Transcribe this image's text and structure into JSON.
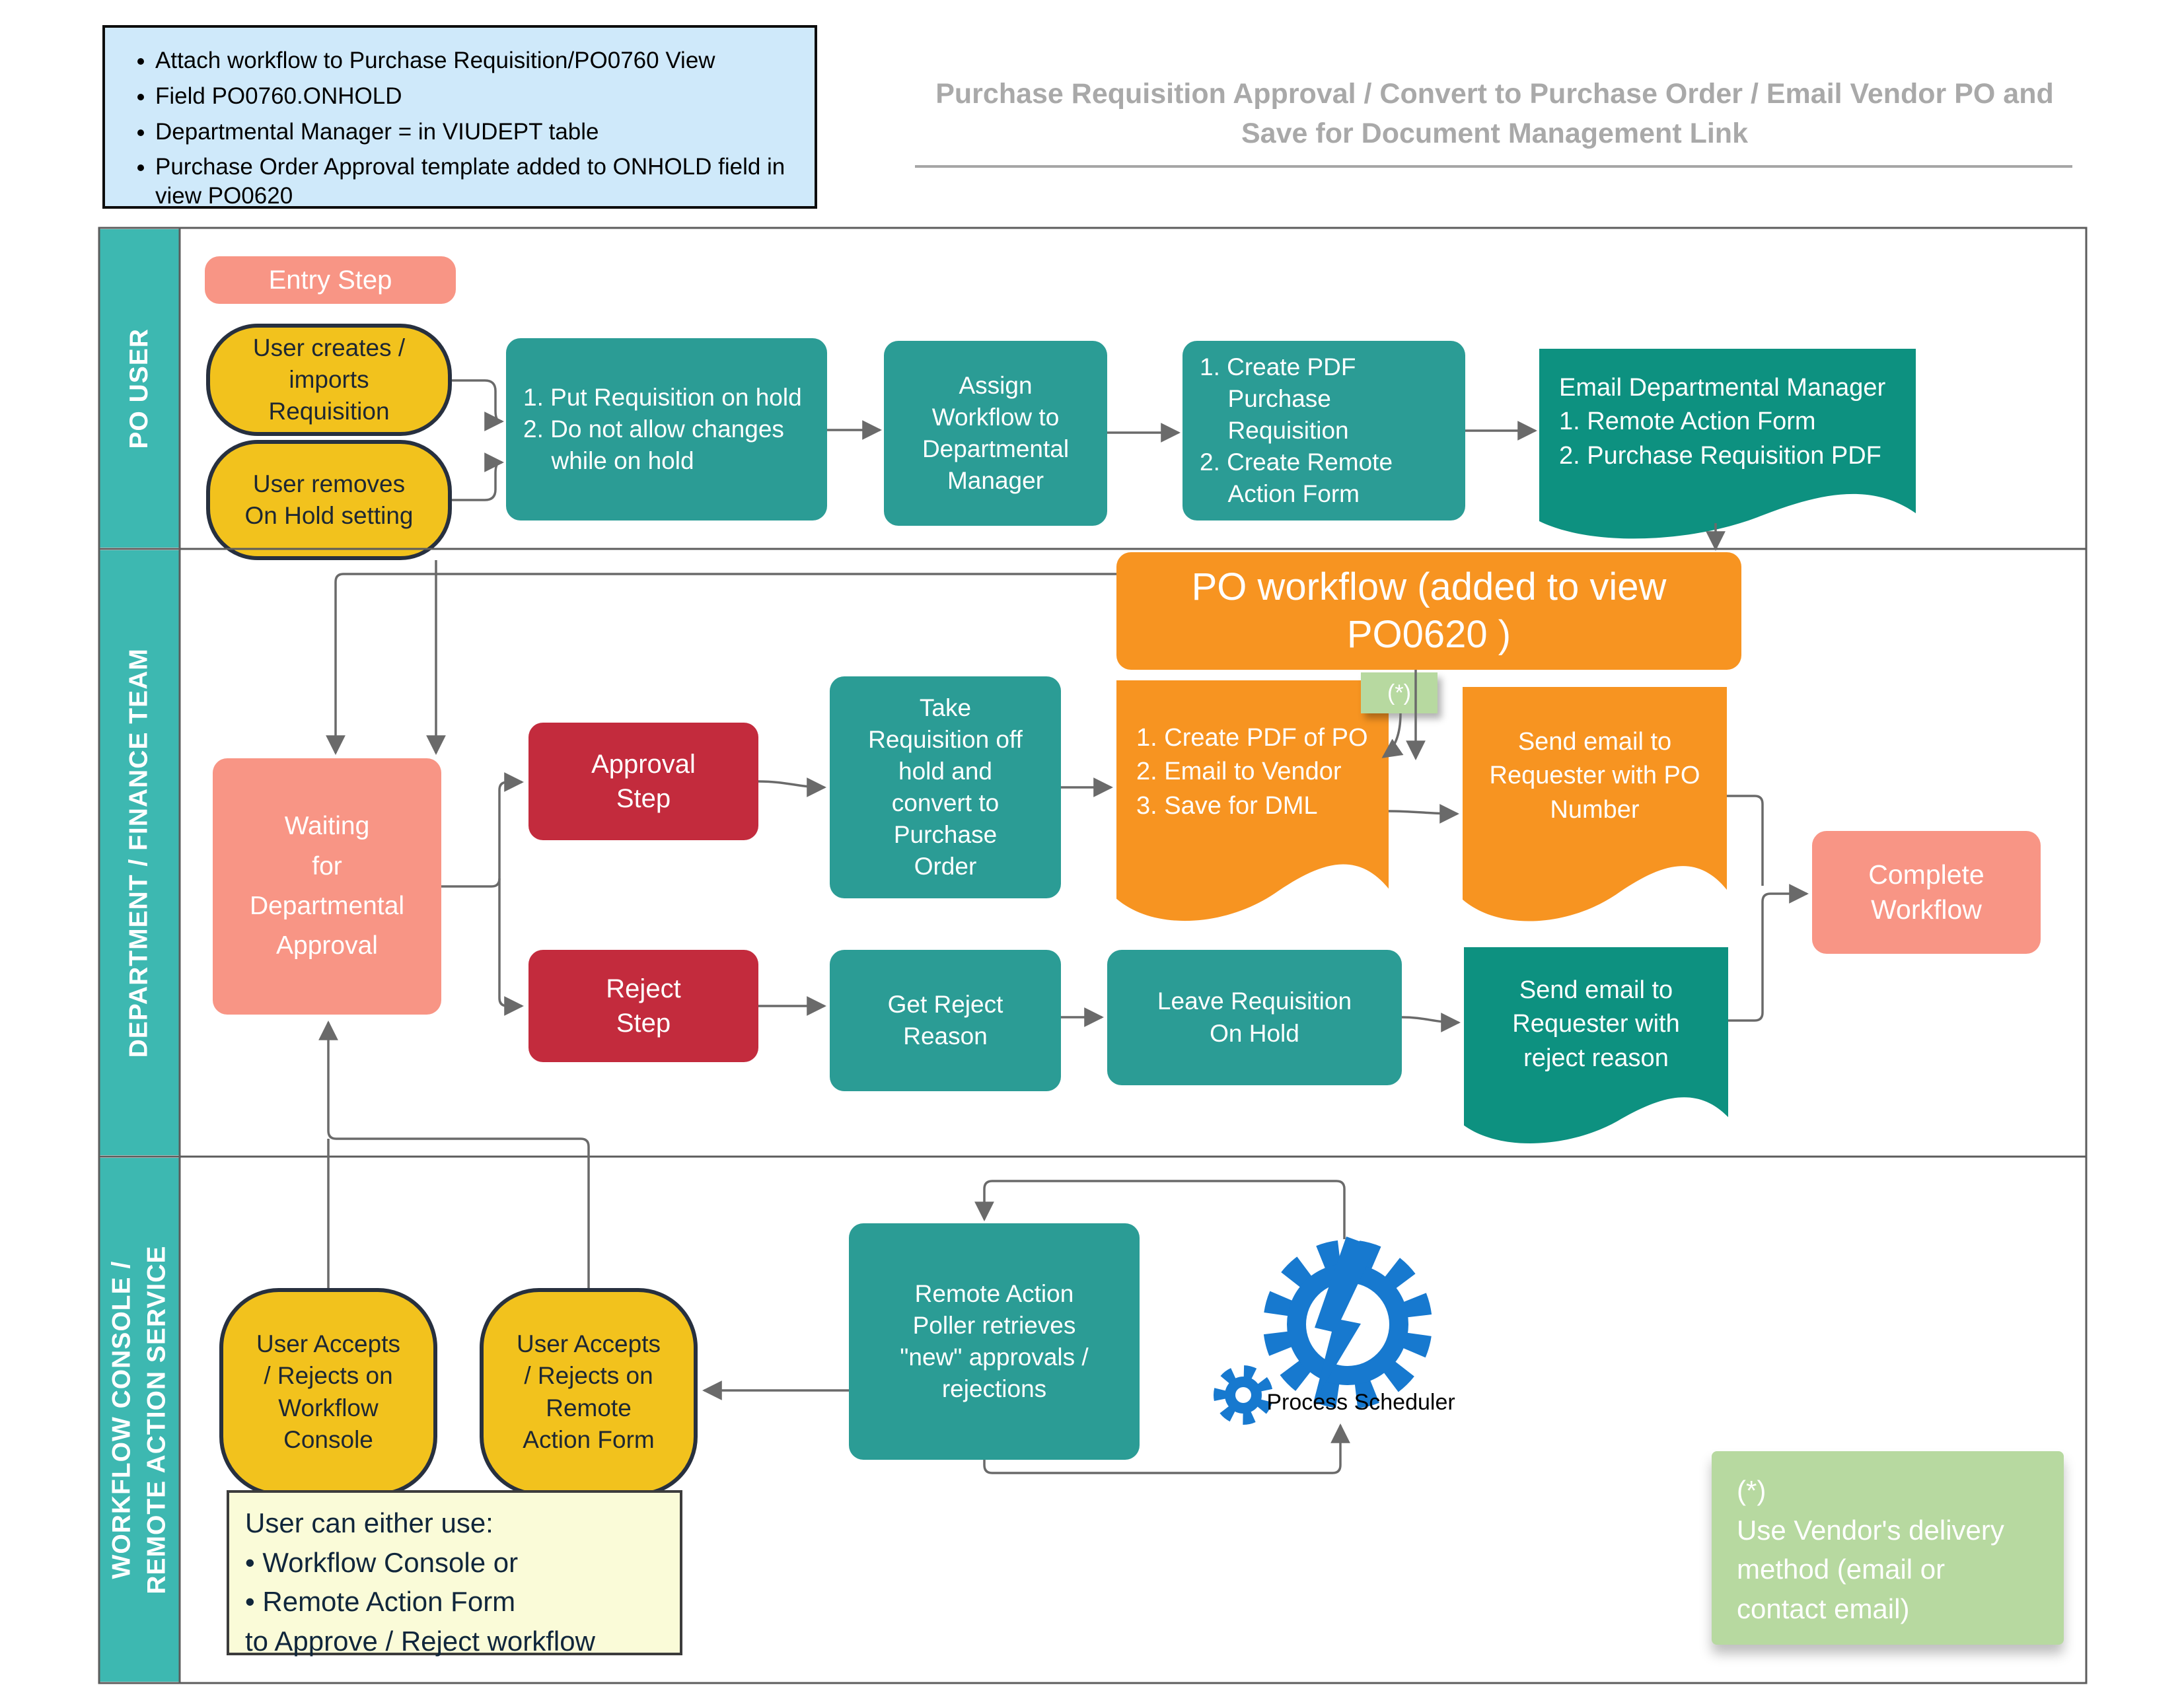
{
  "header": {
    "note_bullets": [
      "Attach workflow to Purchase Requisition/PO0760 View",
      "Field PO0760.ONHOLD",
      "Departmental Manager = in VIUDEPT table",
      "Purchase Order Approval template added to ONHOLD field in view PO0620"
    ],
    "title_line1": "Purchase Requisition Approval / Convert to Purchase Order / Email Vendor PO and",
    "title_line2": "Save for Document Management Link"
  },
  "lanes": [
    {
      "label": "PO USER"
    },
    {
      "label": "DEPARTMENT / FINANCE TEAM"
    },
    {
      "label_line1": "WORKFLOW CONSOLE /",
      "label_line2": "REMOTE ACTION SERVICE"
    }
  ],
  "nodes": {
    "entry_step": {
      "lines": [
        "Entry Step"
      ]
    },
    "user_creates": {
      "lines": [
        "User creates  /",
        "imports",
        "Requisition"
      ]
    },
    "user_removes": {
      "lines": [
        "User removes",
        "On Hold setting"
      ]
    },
    "put_on_hold": {
      "lines": [
        "1. Put Requisition on hold",
        "2. Do not allow changes while on hold"
      ]
    },
    "assign_workflow": {
      "lines": [
        "Assign",
        "Workflow  to",
        "Departmental",
        "Manager"
      ]
    },
    "create_pdf_req": {
      "lines": [
        "1. Create PDF Purchase Requisition",
        "2. Create Remote Action Form"
      ]
    },
    "email_dept_mgr": {
      "lines": [
        "Email Departmental Manager",
        "1. Remote Action Form",
        "2. Purchase Requisition PDF"
      ]
    },
    "po_workflow": {
      "lines": [
        "PO workflow (added to view",
        "PO0620 )"
      ]
    },
    "star_badge": {
      "label": "(*)"
    },
    "create_pdf_po": {
      "lines": [
        "1. Create PDF of PO",
        "2. Email to Vendor",
        "3. Save for DML"
      ]
    },
    "send_email_po": {
      "lines": [
        "Send email to",
        "Requester with PO",
        "Number"
      ]
    },
    "complete_workflow": {
      "lines": [
        "Complete",
        "Workflow"
      ]
    },
    "waiting": {
      "lines": [
        "Waiting",
        "for",
        "Departmental",
        "Approval"
      ]
    },
    "approval_step": {
      "lines": [
        "Approval",
        "Step"
      ]
    },
    "reject_step": {
      "lines": [
        "Reject",
        "Step"
      ]
    },
    "take_req_off": {
      "lines": [
        "Take",
        "Requisition off",
        "hold and",
        "convert to",
        "Purchase",
        "Order"
      ]
    },
    "get_reject_reason": {
      "lines": [
        "Get Reject",
        "Reason"
      ]
    },
    "leave_req_on_hold": {
      "lines": [
        "Leave Requisition",
        "On Hold"
      ]
    },
    "send_email_reject": {
      "lines": [
        "Send email to",
        "Requester with",
        "reject reason"
      ]
    },
    "console": {
      "lines": [
        "User Accepts",
        "/ Rejects on",
        "Workflow",
        "Console"
      ]
    },
    "remote_action_form": {
      "lines": [
        "User Accepts",
        "/ Rejects on",
        "Remote",
        "Action Form"
      ]
    },
    "poller": {
      "lines": [
        "Remote Action",
        "Poller retrieves",
        "\"new\" approvals /",
        "rejections"
      ]
    },
    "scheduler": {
      "label": "Process Scheduler"
    }
  },
  "notes": {
    "console_note": [
      "User can either use:",
      " • Workflow Console or",
      " • Remote Action Form",
      "to Approve / Reject workflow"
    ],
    "vendor_note": [
      "(*)",
      "Use Vendor's delivery",
      "method (email or",
      "contact email)"
    ]
  },
  "colors": {
    "lane_bar": "#3db8b1",
    "process_teal": "#2b9c95",
    "document_green": "#0d9180",
    "orange": "#f79421",
    "salmon": "#f89585",
    "red": "#c32b3d",
    "yellow": "#f2c21d",
    "note_blue": "#cfe9fa",
    "note_yellow": "#fafbd8",
    "note_green": "#b7d9a0",
    "scheduler_blue": "#1779cf",
    "connector_gray": "#6a6a6a",
    "title_gray": "#a9a9a9"
  }
}
